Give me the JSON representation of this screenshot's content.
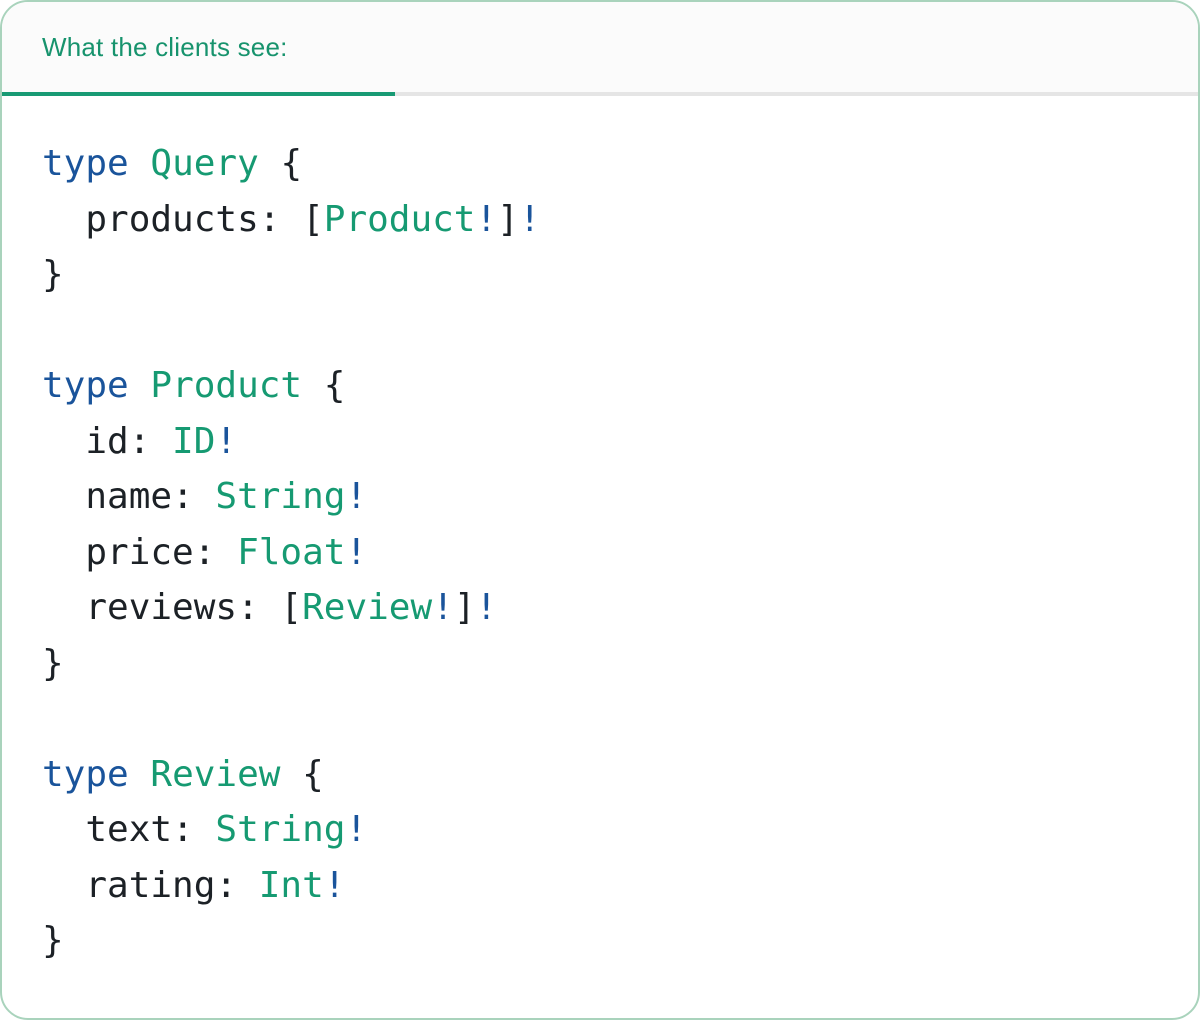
{
  "tab": {
    "label": "What the clients see:"
  },
  "colors": {
    "keyword_blue": "#1A549B",
    "type_green": "#169A72",
    "plain_dark": "#1C2126",
    "header_green": "#17936D",
    "active_underline": "#189A74",
    "divider_gray": "#E5E5E5",
    "card_border": "#A9D3BC",
    "tabstrip_bg": "#FBFBFB",
    "card_bg": "#FFFFFF"
  },
  "code": {
    "language": "graphql-sdl",
    "lines": [
      {
        "tokens": [
          {
            "text": "type",
            "style": "keyword"
          },
          {
            "text": " ",
            "style": "plain"
          },
          {
            "text": "Query",
            "style": "type"
          },
          {
            "text": " {",
            "style": "plain"
          }
        ]
      },
      {
        "tokens": [
          {
            "text": "  products: [",
            "style": "plain"
          },
          {
            "text": "Product",
            "style": "type"
          },
          {
            "text": "!",
            "style": "keyword"
          },
          {
            "text": "]",
            "style": "plain"
          },
          {
            "text": "!",
            "style": "keyword"
          }
        ]
      },
      {
        "tokens": [
          {
            "text": "}",
            "style": "plain"
          }
        ]
      },
      {
        "tokens": []
      },
      {
        "tokens": [
          {
            "text": "type",
            "style": "keyword"
          },
          {
            "text": " ",
            "style": "plain"
          },
          {
            "text": "Product",
            "style": "type"
          },
          {
            "text": " {",
            "style": "plain"
          }
        ]
      },
      {
        "tokens": [
          {
            "text": "  id: ",
            "style": "plain"
          },
          {
            "text": "ID",
            "style": "type"
          },
          {
            "text": "!",
            "style": "keyword"
          }
        ]
      },
      {
        "tokens": [
          {
            "text": "  name: ",
            "style": "plain"
          },
          {
            "text": "String",
            "style": "type"
          },
          {
            "text": "!",
            "style": "keyword"
          }
        ]
      },
      {
        "tokens": [
          {
            "text": "  price: ",
            "style": "plain"
          },
          {
            "text": "Float",
            "style": "type"
          },
          {
            "text": "!",
            "style": "keyword"
          }
        ]
      },
      {
        "tokens": [
          {
            "text": "  reviews: [",
            "style": "plain"
          },
          {
            "text": "Review",
            "style": "type"
          },
          {
            "text": "!",
            "style": "keyword"
          },
          {
            "text": "]",
            "style": "plain"
          },
          {
            "text": "!",
            "style": "keyword"
          }
        ]
      },
      {
        "tokens": [
          {
            "text": "}",
            "style": "plain"
          }
        ]
      },
      {
        "tokens": []
      },
      {
        "tokens": [
          {
            "text": "type",
            "style": "keyword"
          },
          {
            "text": " ",
            "style": "plain"
          },
          {
            "text": "Review",
            "style": "type"
          },
          {
            "text": " {",
            "style": "plain"
          }
        ]
      },
      {
        "tokens": [
          {
            "text": "  text: ",
            "style": "plain"
          },
          {
            "text": "String",
            "style": "type"
          },
          {
            "text": "!",
            "style": "keyword"
          }
        ]
      },
      {
        "tokens": [
          {
            "text": "  rating: ",
            "style": "plain"
          },
          {
            "text": "Int",
            "style": "type"
          },
          {
            "text": "!",
            "style": "keyword"
          }
        ]
      },
      {
        "tokens": [
          {
            "text": "}",
            "style": "plain"
          }
        ]
      }
    ]
  }
}
